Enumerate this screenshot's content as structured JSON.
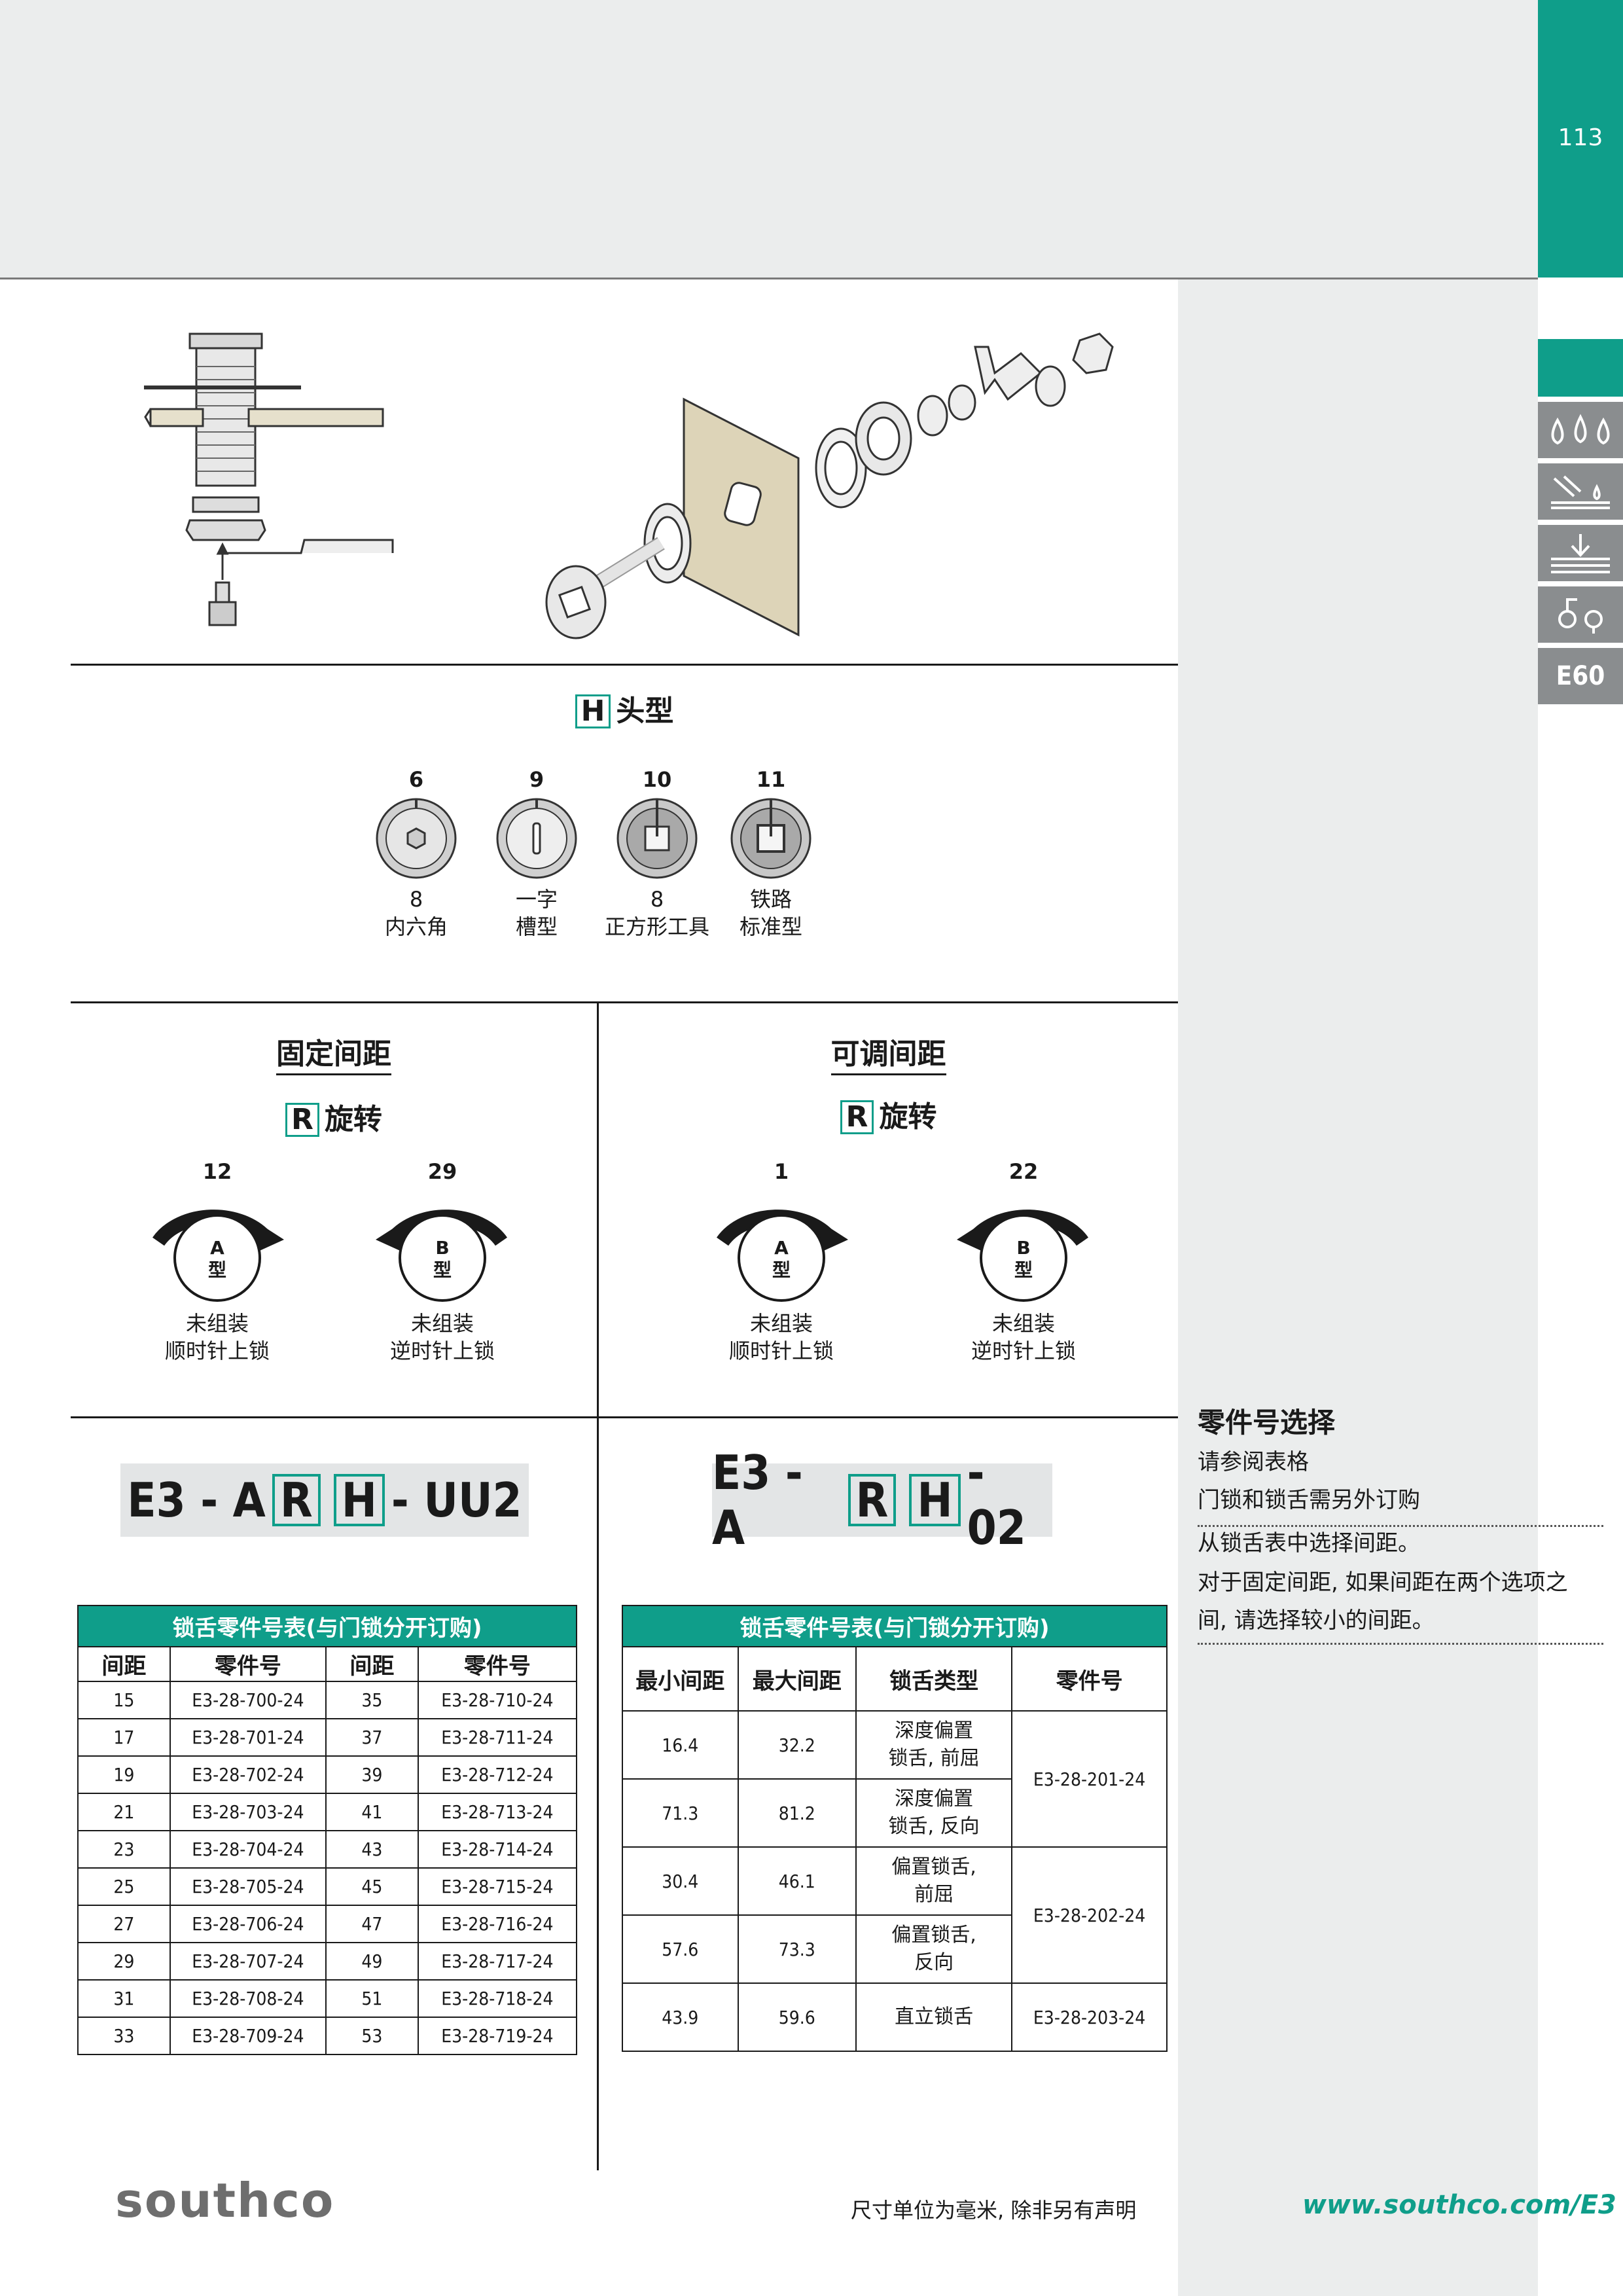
{
  "page": {
    "number": "113"
  },
  "tabs": [
    {
      "label": "",
      "icon": "active-tab"
    },
    {
      "label": "",
      "icon": "water-drops-icon"
    },
    {
      "label": "",
      "icon": "surface-spray-icon"
    },
    {
      "label": "",
      "icon": "compression-icon"
    },
    {
      "label": "",
      "icon": "latch-icon"
    },
    {
      "label": "E60",
      "icon": "e60-badge"
    }
  ],
  "head": {
    "letter": "H",
    "title": "头型",
    "options": [
      {
        "code": "6",
        "line1": "8",
        "line2": "内六角",
        "icon": "hex-socket-icon"
      },
      {
        "code": "9",
        "line1": "一字",
        "line2": "槽型",
        "icon": "slot-icon"
      },
      {
        "code": "10",
        "line1": "8",
        "line2": "正方形工具",
        "icon": "square-tool-icon"
      },
      {
        "code": "11",
        "line1": "铁路",
        "line2": "标准型",
        "icon": "railway-square-icon"
      }
    ]
  },
  "fixed": {
    "title": "固定间距",
    "rot_letter": "R",
    "rot_title": "旋转",
    "options": [
      {
        "code": "12",
        "type_letter": "A",
        "type_word": "型",
        "line1": "未组装",
        "line2": "顺时针上锁"
      },
      {
        "code": "29",
        "type_letter": "B",
        "type_word": "型",
        "line1": "未组装",
        "line2": "逆时针上锁"
      }
    ],
    "part_prefix": "E3 - A",
    "part_r": "R",
    "part_h": "H",
    "part_suffix": "- UU2"
  },
  "adjustable": {
    "title": "可调间距",
    "rot_letter": "R",
    "rot_title": "旋转",
    "options": [
      {
        "code": "1",
        "type_letter": "A",
        "type_word": "型",
        "line1": "未组装",
        "line2": "顺时针上锁"
      },
      {
        "code": "22",
        "type_letter": "B",
        "type_word": "型",
        "line1": "未组装",
        "line2": "逆时针上锁"
      }
    ],
    "part_prefix": "E3 - A",
    "part_r": "R",
    "part_h": "H",
    "part_suffix": "- 02"
  },
  "table1": {
    "caption": "锁舌零件号表(与门锁分开订购)",
    "headers": [
      "间距",
      "零件号",
      "间距",
      "零件号"
    ],
    "rows": [
      [
        "15",
        "E3-28-700-24",
        "35",
        "E3-28-710-24"
      ],
      [
        "17",
        "E3-28-701-24",
        "37",
        "E3-28-711-24"
      ],
      [
        "19",
        "E3-28-702-24",
        "39",
        "E3-28-712-24"
      ],
      [
        "21",
        "E3-28-703-24",
        "41",
        "E3-28-713-24"
      ],
      [
        "23",
        "E3-28-704-24",
        "43",
        "E3-28-714-24"
      ],
      [
        "25",
        "E3-28-705-24",
        "45",
        "E3-28-715-24"
      ],
      [
        "27",
        "E3-28-706-24",
        "47",
        "E3-28-716-24"
      ],
      [
        "29",
        "E3-28-707-24",
        "49",
        "E3-28-717-24"
      ],
      [
        "31",
        "E3-28-708-24",
        "51",
        "E3-28-718-24"
      ],
      [
        "33",
        "E3-28-709-24",
        "53",
        "E3-28-719-24"
      ]
    ]
  },
  "table2": {
    "caption": "锁舌零件号表(与门锁分开订购)",
    "headers": [
      "最小间距",
      "最大间距",
      "锁舌类型",
      "零件号"
    ],
    "rows": [
      {
        "min": "16.4",
        "max": "32.2",
        "type1": "深度偏置",
        "type2": "锁舌, 前屈"
      },
      {
        "min": "71.3",
        "max": "81.2",
        "type1": "深度偏置",
        "type2": "锁舌, 反向"
      },
      {
        "min": "30.4",
        "max": "46.1",
        "type1": "偏置锁舌,",
        "type2": "前屈"
      },
      {
        "min": "57.6",
        "max": "73.3",
        "type1": "偏置锁舌,",
        "type2": "反向"
      },
      {
        "min": "43.9",
        "max": "59.6",
        "type1": "直立锁舌",
        "type2": ""
      }
    ],
    "parts": [
      "E3-28-201-24",
      "E3-28-202-24",
      "E3-28-203-24"
    ]
  },
  "part_select": {
    "title": "零件号选择",
    "lines": [
      "请参阅表格",
      "门锁和锁舌需另外订购",
      "从锁舌表中选择间距。",
      "对于固定间距, 如果间距在两个选项之",
      "间, 请选择较小的间距。"
    ]
  },
  "footer": {
    "logo": "southco",
    "note": "尺寸单位为毫米, 除非另有声明",
    "url": "www.southco.com/E3"
  }
}
